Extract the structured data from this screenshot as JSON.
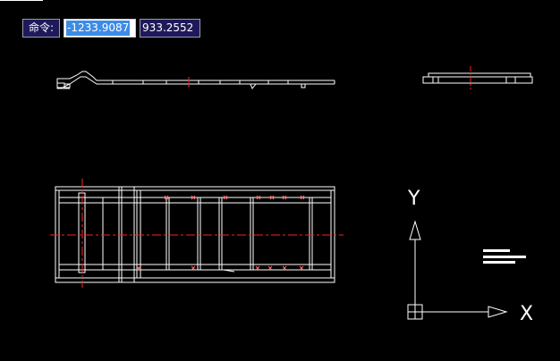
{
  "command_bar": {
    "label": "命令:",
    "x_value": "-1233.9087",
    "y_value": "933.2552"
  },
  "ucs": {
    "x_axis_label": "X",
    "y_axis_label": "Y"
  },
  "colors": {
    "background": "#000000",
    "geometry": "#ffffff",
    "centerline": "#ff2020",
    "input_bg": "#1e1a5a",
    "selection": "#3c8ce6"
  }
}
